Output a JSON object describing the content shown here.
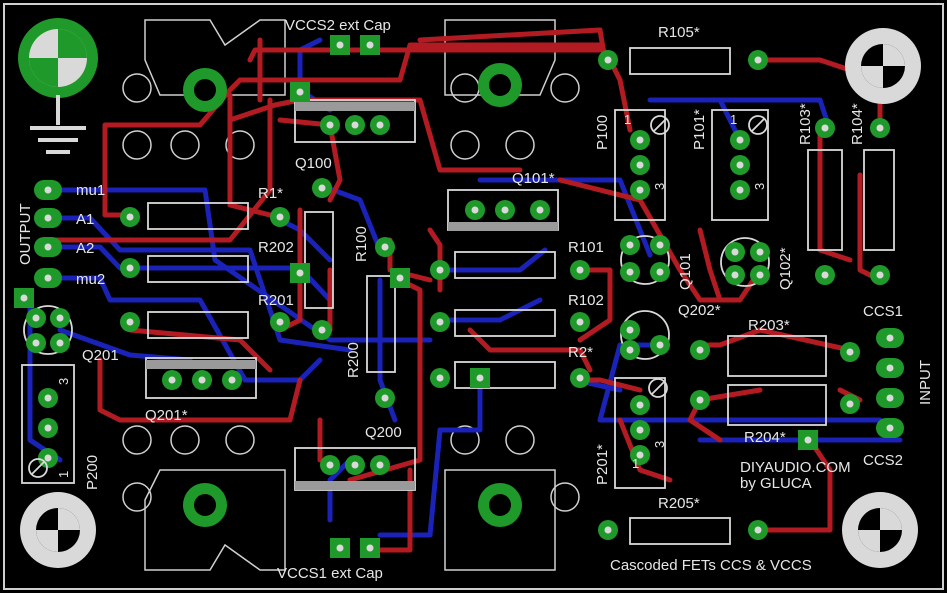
{
  "title": "Cascoded FETs CCS & VCCS",
  "credit": [
    "DIYAUDIO.COM",
    "by GLUCA"
  ],
  "colors": {
    "background": "#000000",
    "outline": "#cfcfcf",
    "silk": "#d9d9d9",
    "pad": "#1f9a2a",
    "pad_hole": "#d9d9d9",
    "top_trace": "#b31b22",
    "bottom_trace": "#1a22b8",
    "mounting": "#d9d9d9"
  },
  "labels": {
    "vccs2": "VCCS2 ext Cap",
    "vccs1": "VCCS1 ext Cap",
    "output": "OUTPUT",
    "input": "INPUT",
    "mu1": "mu1",
    "a1": "A1",
    "a2": "A2",
    "mu2": "mu2",
    "ccs1": "CCS1",
    "ccs2": "CCS2",
    "q100": "Q100",
    "q101s": "Q101*",
    "q101": "Q101",
    "q102s": "Q102*",
    "q200": "Q200",
    "q201": "Q201",
    "q201s": "Q201*",
    "q202s": "Q202*",
    "r1": "R1*",
    "r2": "R2*",
    "r100": "R100",
    "r101": "R101",
    "r102": "R102",
    "r103": "R103*",
    "r104": "R104*",
    "r105": "R105*",
    "r200": "R200",
    "r201": "R201",
    "r202": "R202",
    "r203": "R203*",
    "r204": "R204*",
    "r205": "R205*",
    "p100": "P100",
    "p101": "P101*",
    "p200": "P200",
    "p201": "P201*",
    "pin1": "1",
    "pin3": "3"
  }
}
